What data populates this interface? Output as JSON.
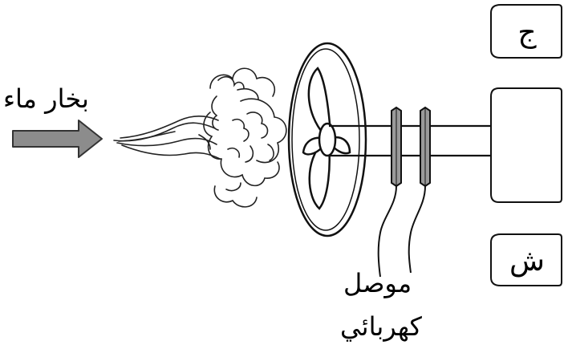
{
  "labels": {
    "steam": "بخار ماء",
    "conductor_line1": "موصل",
    "conductor_line2": "كهربائي"
  },
  "boxes": {
    "top_box": "ج",
    "bottom_box": "ش"
  },
  "colors": {
    "arrow_fill": "#8c8c8c",
    "ring_fill": "#9a9a9a",
    "stroke": "#111111"
  },
  "icons": [
    "arrow-icon",
    "steam-cloud-icon",
    "turbine-fan-icon",
    "slip-ring-icon"
  ]
}
